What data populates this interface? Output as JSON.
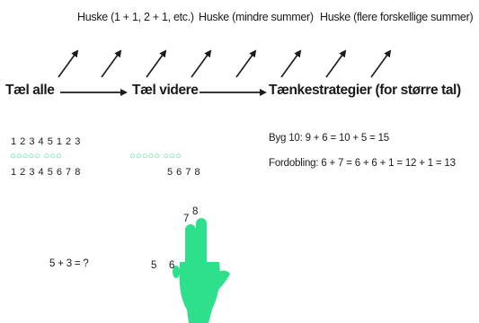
{
  "colors": {
    "accent": "#2ee08c",
    "ink": "#1a1a1a",
    "bg": "#ffffff"
  },
  "recall": [
    "Huske (1 + 1, 2 + 1, etc.)",
    "Huske (mindre summer)",
    "Huske (flere forskellige summer)"
  ],
  "stages": [
    "Tæl alle",
    "Tæl videre",
    "Tænkestrategier (for større tal)"
  ],
  "count_all": {
    "top_row": "1 2 3 4 5   1 2 3",
    "circles": "○○○○○  ○○○",
    "bottom_row": "1 2 3 4 5   6 7 8"
  },
  "count_on": {
    "circles": "○○○○○  ○○○",
    "bottom_row": "5   6 7 8"
  },
  "strategies": {
    "byg10": "Byg 10:  9 + 6 = 10 + 5 = 15",
    "fordobling": "Fordobling:  6 + 7 = 6 + 6 + 1 = 12 + 1 = 13"
  },
  "problem": "5 + 3 = ?",
  "hand_numbers": {
    "n5": "5",
    "n6": "6",
    "n7": "7",
    "n8": "8"
  },
  "icons": [
    "diagonal-arrow-icon",
    "right-arrow-icon",
    "counting-hand-icon"
  ]
}
